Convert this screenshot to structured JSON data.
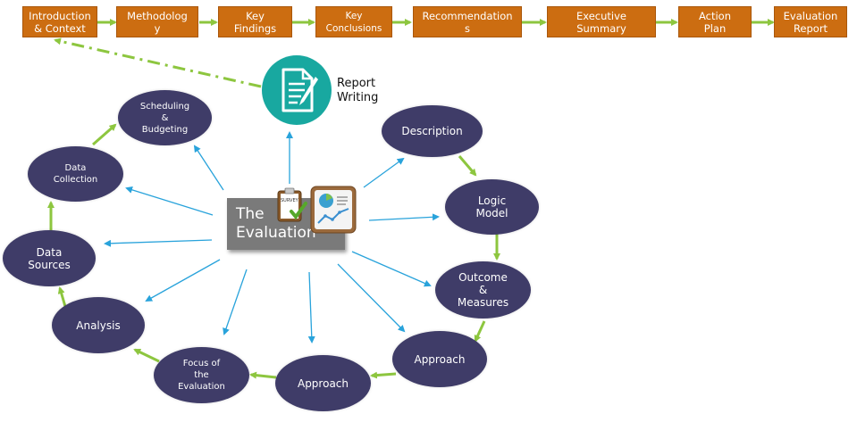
{
  "process_steps": [
    {
      "label": "Introduction\n& Context"
    },
    {
      "label": "Methodolog\ny"
    },
    {
      "label": "Key\nFindings"
    },
    {
      "label": "Key\nConclusions"
    },
    {
      "label": "Recommendation\ns"
    },
    {
      "label": "Executive\nSummary"
    },
    {
      "label": "Action\nPlan"
    },
    {
      "label": "Evaluation\nReport"
    }
  ],
  "center": {
    "label": "The\nEvaluation",
    "survey_text": "SURVEY"
  },
  "report": {
    "label": "Report\nWriting"
  },
  "cycle_nodes": [
    {
      "label": "Description"
    },
    {
      "label": "Logic\nModel"
    },
    {
      "label": "Outcome\n&\nMeasures"
    },
    {
      "label": "Approach"
    },
    {
      "label": "Approach"
    },
    {
      "label": "Focus of\nthe\nEvaluation"
    },
    {
      "label": "Analysis"
    },
    {
      "label": "Data\nSources"
    },
    {
      "label": "Data\nCollection"
    },
    {
      "label": "Scheduling\n&\nBudgeting"
    }
  ],
  "colors": {
    "step_fill": "#cc6d11",
    "node_fill": "#3f3c68",
    "green_arrow": "#8dc63f",
    "blue_arrow": "#29a3db",
    "report_fill": "#18a8a0",
    "center_fill": "#7a7a7a"
  }
}
